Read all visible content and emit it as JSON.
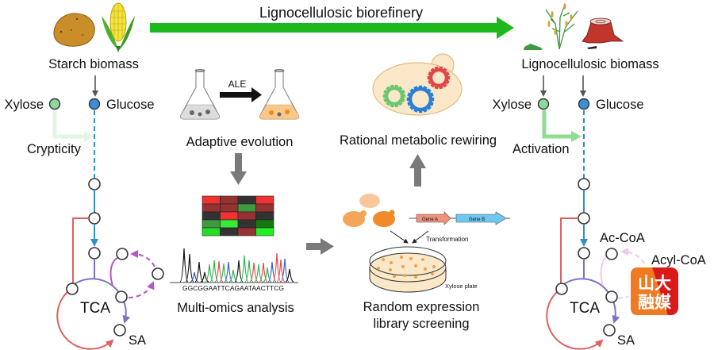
{
  "title": "Lignocellulosic biorefinery",
  "colors": {
    "main_arrow": "#1db81d",
    "glucose_node": "#3a8fd6",
    "xylose_node": "#8fd89a",
    "glucose_path": "#2f8fce",
    "tca_purple": "#7a74c8",
    "tca_red": "#e06060",
    "dashed_purple": "#b557c4",
    "activation_green": "#8fdc93",
    "crypticity_green": "#e3f5e4",
    "gray_arrow": "#7a7a7a",
    "acyl_pink": "#f0c8ee",
    "badge_orange": "#f07a22",
    "badge_red": "#d81a1a"
  },
  "left_panel": {
    "biomass_label": "Starch biomass",
    "xylose_label": "Xylose",
    "glucose_label": "Glucose",
    "state_label": "Crypticity",
    "cycle_label": "TCA",
    "product_label": "SA"
  },
  "right_panel": {
    "biomass_label": "Lignocellulosic biomass",
    "xylose_label": "Xylose",
    "glucose_label": "Glucose",
    "state_label": "Activation",
    "cycle_label": "TCA",
    "product_label": "SA",
    "acetyl_label": "Ac-CoA",
    "acyl_label": "Acyl-CoA"
  },
  "center": {
    "ale_label": "ALE",
    "adaptive_label": "Adaptive evolution",
    "multiomics_label": "Multi-omics analysis",
    "sequence": "GGCGGAATTCAGAATAACTTCG",
    "rational_label": "Rational metabolic rewiring",
    "gene_a": "Gene A",
    "gene_b": "Gene B",
    "transformation_label": "Transformation",
    "plate_label": "Xylose plate",
    "screening_label_1": "Random expression",
    "screening_label_2": "library screening"
  },
  "heatmap": {
    "rows": [
      [
        "#ee3333",
        "#963232",
        "#333333",
        "#ee3333"
      ],
      [
        "#963232",
        "#963232",
        "#3f9a3f",
        "#963232"
      ],
      [
        "#333333",
        "#ee3333",
        "#963232",
        "#333333"
      ],
      [
        "#3f9a3f",
        "#33ee33",
        "#333333",
        "#137a13"
      ],
      [
        "#22dd22",
        "#333333",
        "#963232",
        "#22ee22"
      ]
    ]
  },
  "watermark": {
    "line1": "山大",
    "line2": "融媒"
  }
}
